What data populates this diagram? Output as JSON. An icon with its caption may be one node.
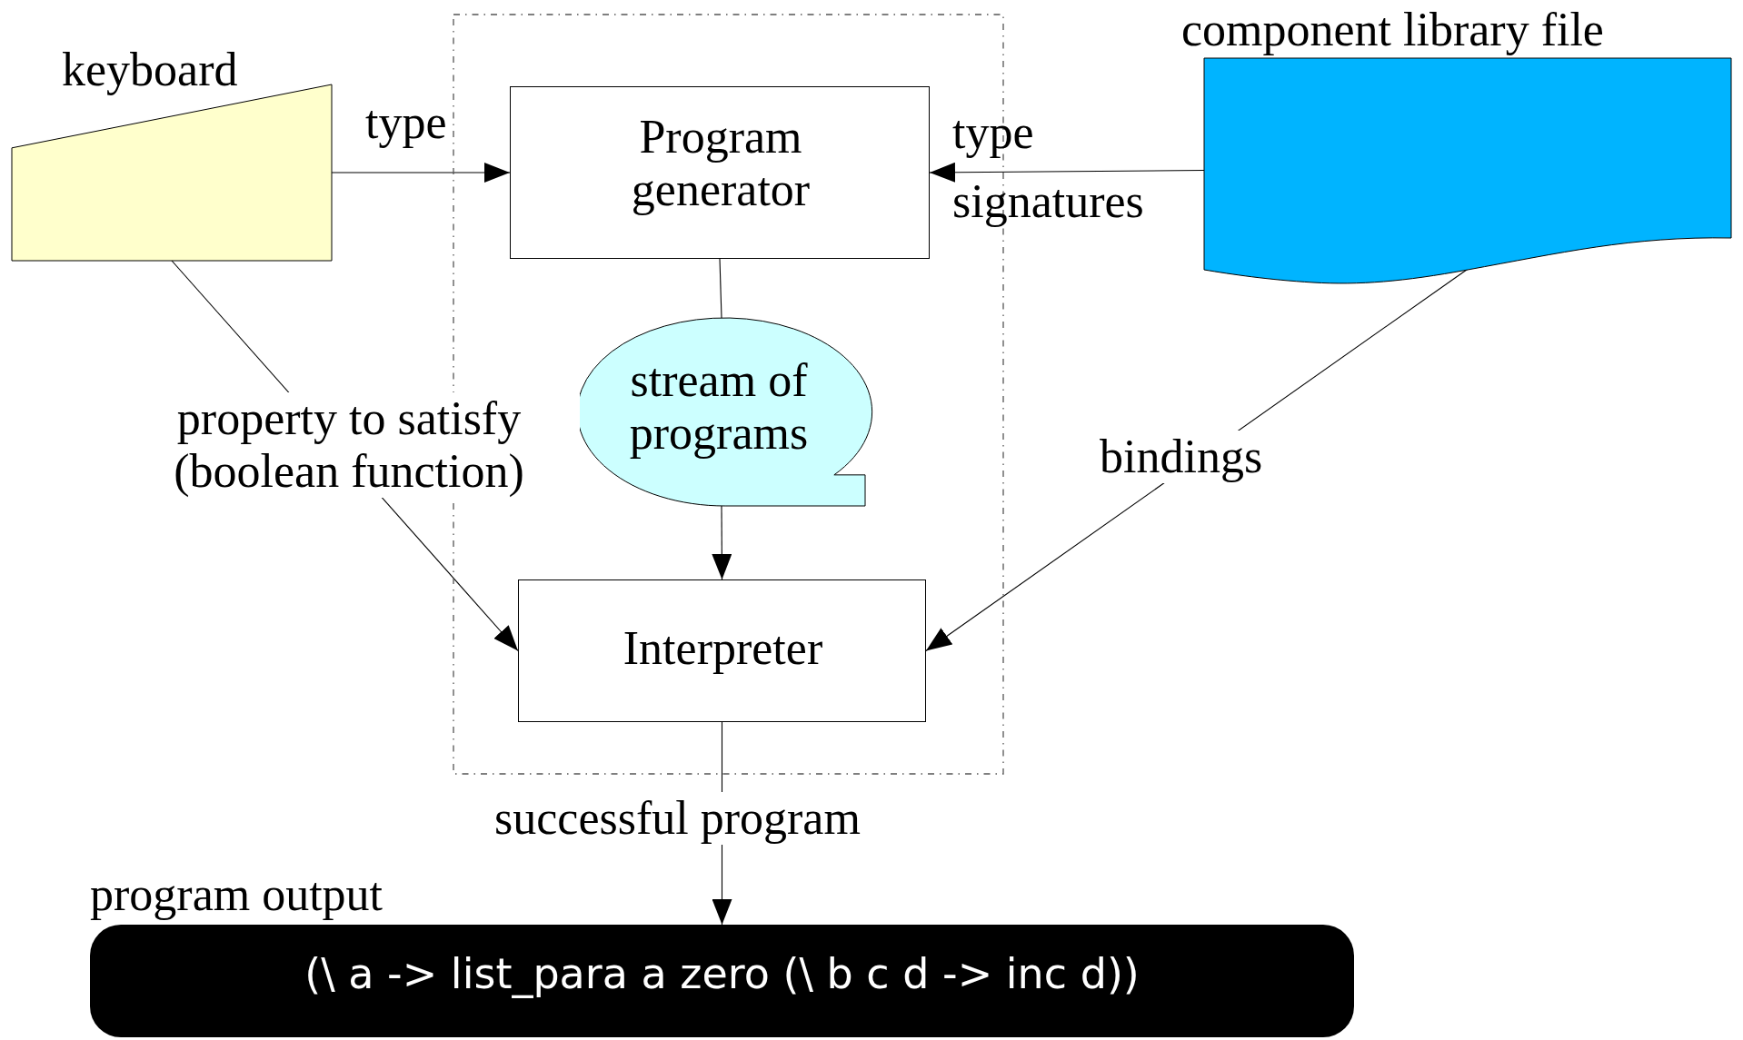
{
  "diagram": {
    "nodes": [
      {
        "text": [
          "keyboard"
        ]
      },
      {
        "text": [],
        "shape": "box"
      },
      {
        "text": [
          "Program generator"
        ],
        "in": 1
      },
      {
        "text": [
          "stream of programs"
        ],
        "in": 1
      },
      {
        "text": [
          "Interpreter"
        ],
        "in": 1
      },
      {
        "text": [
          "component library file"
        ]
      },
      {
        "text": [
          "program output",
          "(\\ a -> list_para a zero (\\ b c d -> inc d))"
        ]
      }
    ],
    "edges": [
      {
        "from": 0,
        "to": 2,
        "arrow": "to",
        "label": "type"
      },
      {
        "from": 5,
        "to": 2,
        "arrow": "to",
        "label": "type signatures"
      },
      {
        "from": 2,
        "to": 3,
        "arrow": "none"
      },
      {
        "from": 3,
        "to": 4,
        "arrow": "to"
      },
      {
        "from": 0,
        "to": 4,
        "arrow": "to",
        "label": "property to satisfy (boolean function)"
      },
      {
        "from": 5,
        "to": 4,
        "arrow": "to",
        "label": "bindings"
      },
      {
        "from": 4,
        "to": 6,
        "arrow": "to",
        "label": "successful program"
      }
    ]
  }
}
